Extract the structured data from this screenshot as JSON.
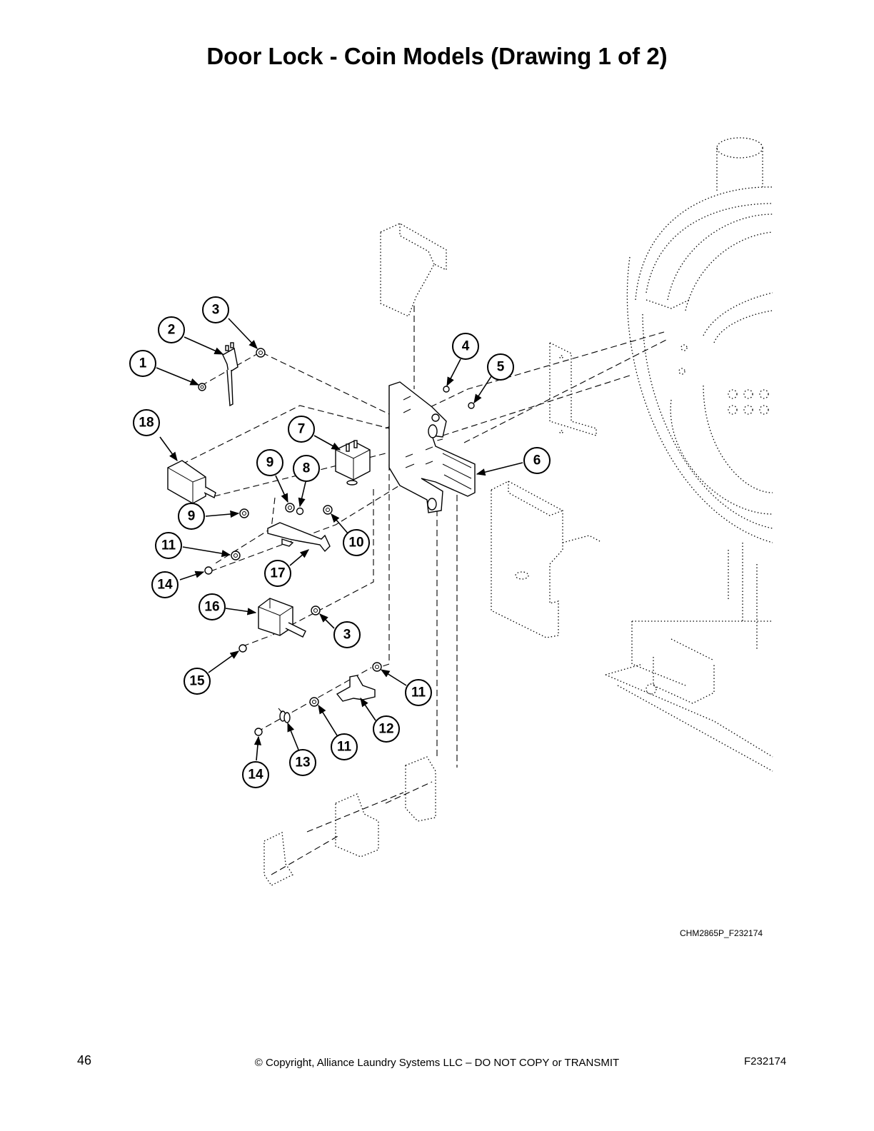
{
  "page_title": "Door Lock - Coin Models (Drawing 1 of 2)",
  "drawing_id": "CHM2865P_F232174",
  "footer": {
    "page_number": "46",
    "copyright": "© Copyright, Alliance Laundry Systems LLC – DO NOT COPY or TRANSMIT",
    "document_code": "F232174"
  },
  "callouts": [
    "1",
    "2",
    "3",
    "4",
    "5",
    "6",
    "7",
    "8",
    "9",
    "9",
    "10",
    "11",
    "11",
    "11",
    "12",
    "13",
    "14",
    "14",
    "15",
    "16",
    "17",
    "18",
    "3"
  ]
}
